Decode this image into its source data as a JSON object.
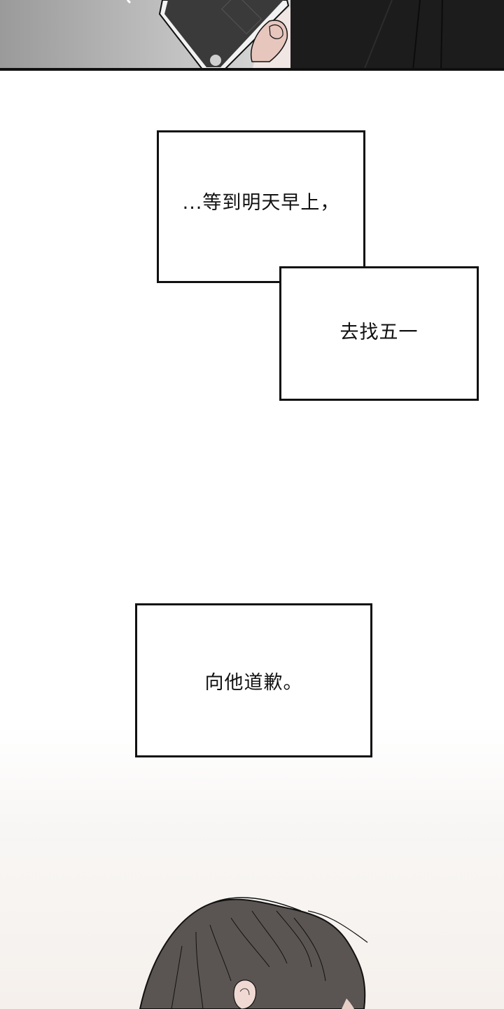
{
  "comic": {
    "panels": [
      {
        "id": "top-phone-panel",
        "description": "hand holding a dark smartphone against a black suit jacket"
      },
      {
        "id": "caption-panel"
      },
      {
        "id": "bottom-hair-panel",
        "description": "back of a dark-haired character's head with ear visible"
      }
    ],
    "captions": {
      "first": "...等到明天早上，",
      "second": "去找五一",
      "third": "向他道歉。"
    },
    "colors": {
      "border": "#111111",
      "hair": "#5a5552",
      "suit": "#1c1c1c",
      "phone": "#3a3a3a",
      "skin": "#e8cfc6",
      "background": "#ffffff"
    }
  }
}
